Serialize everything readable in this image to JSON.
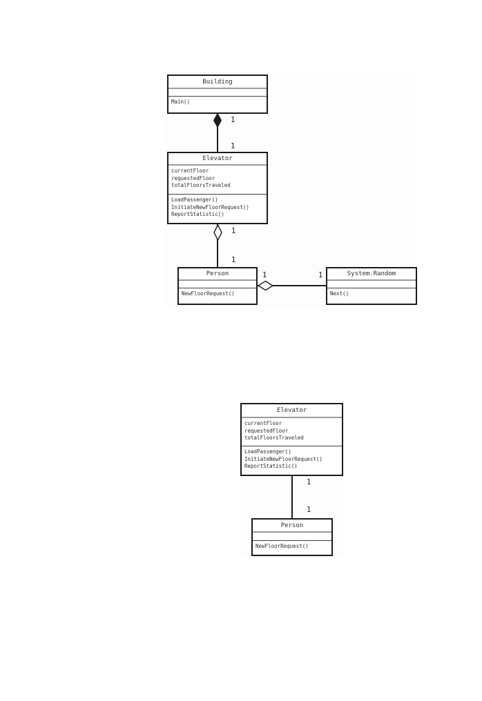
{
  "colors": {
    "background": "#ffffff",
    "box_border": "#1a1a1a",
    "title_separator": "#9a9a9a",
    "member_separator": "#3f3f3f",
    "connector_line": "#1a1a1a",
    "text": "#2b2b2b"
  },
  "diagram_top": {
    "classes": {
      "building": {
        "name": "Building",
        "attributes": [],
        "methods": [
          "Main()"
        ]
      },
      "elevator": {
        "name": "Elevator",
        "attributes": [
          "currentFloor",
          "requestedFloor",
          "totalFloorsTraveled"
        ],
        "methods": [
          "LoadPassenger()",
          "InitiateNewFloorRequest()",
          "ReportStatistic()"
        ]
      },
      "person": {
        "name": "Person",
        "attributes": [],
        "methods": [
          "NewFloorRequest()"
        ]
      },
      "system_random": {
        "name": "System.Random",
        "attributes": [],
        "methods": [
          "Next()"
        ]
      }
    },
    "relationships": {
      "building_elevator": {
        "type": "composition",
        "mult_near_building": "1",
        "mult_near_elevator": "1"
      },
      "elevator_person": {
        "type": "aggregation",
        "mult_near_elevator": "1",
        "mult_near_person": "1"
      },
      "person_random": {
        "type": "aggregation",
        "mult_near_person": "1",
        "mult_near_random": "1"
      }
    }
  },
  "diagram_bottom": {
    "classes": {
      "elevator": {
        "name": "Elevator",
        "attributes": [
          "currentFloor",
          "requestedFloor",
          "totalFloorsTraveled"
        ],
        "methods": [
          "LoadPassenger()",
          "InitiateNewFloorRequest()",
          "ReportStatistic()"
        ]
      },
      "person": {
        "name": "Person",
        "attributes": [],
        "methods": [
          "NewFloorRequest()"
        ]
      }
    },
    "relationships": {
      "elevator_person": {
        "type": "association",
        "mult_near_elevator": "1",
        "mult_near_person": "1"
      }
    }
  }
}
